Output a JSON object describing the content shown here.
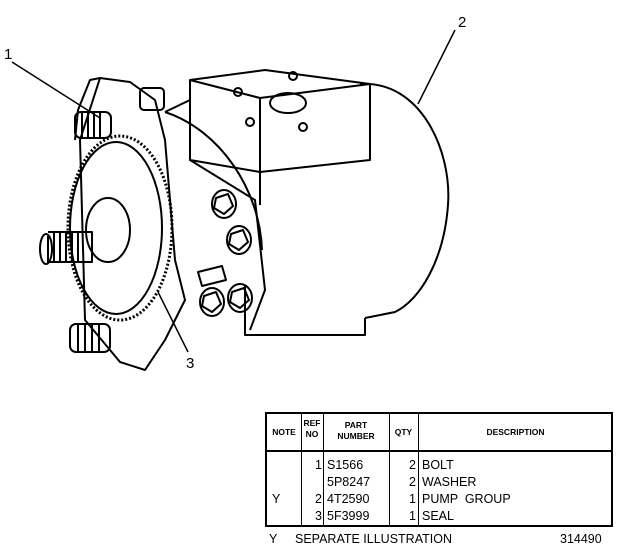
{
  "callouts": {
    "c1": "1",
    "c2": "2",
    "c3": "3"
  },
  "table": {
    "headers": {
      "note": "NOTE",
      "ref_no": "REF\nNO",
      "part_number": "PART\nNUMBER",
      "qty": "QTY",
      "description": "DESCRIPTION"
    },
    "rows": [
      {
        "note": "",
        "ref": "1",
        "part": "S1566",
        "qty": "2",
        "desc": "BOLT"
      },
      {
        "note": "",
        "ref": "",
        "part": "5P8247",
        "qty": "2",
        "desc": "WASHER"
      },
      {
        "note": "Y",
        "ref": "2",
        "part": "4T2590",
        "qty": "1",
        "desc": "PUMP  GROUP"
      },
      {
        "note": "",
        "ref": "3",
        "part": "5F3999",
        "qty": "1",
        "desc": "SEAL"
      }
    ]
  },
  "footer": {
    "note_key": "Y",
    "note_text": "SEPARATE  ILLUSTRATION",
    "illustration_number": "314490"
  }
}
